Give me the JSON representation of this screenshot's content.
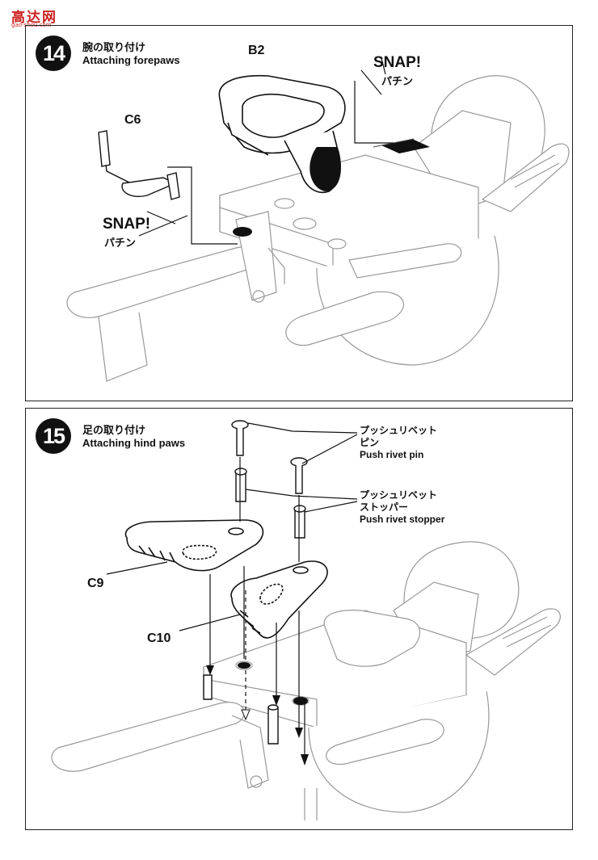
{
  "watermark": {
    "title": "高达网",
    "site": "gao-shou.com"
  },
  "step14": {
    "number": "14",
    "title_ja": "腕の取り付け",
    "title_en": "Attaching forepaws",
    "part_b2": "B2",
    "part_c6": "C6",
    "snap_top": "SNAP!",
    "snap_top_ja": "パチン",
    "snap_left": "SNAP!",
    "snap_left_ja": "パチン"
  },
  "step15": {
    "number": "15",
    "title_ja": "足の取り付け",
    "title_en": "Attaching hind paws",
    "pin_ja_1": "プッシュリベット",
    "pin_ja_2": "ピン",
    "pin_en": "Push rivet pin",
    "stopper_ja_1": "プッシュリベット",
    "stopper_ja_2": "ストッパー",
    "stopper_en": "Push rivet stopper",
    "part_c9": "C9",
    "part_c10": "C10"
  }
}
